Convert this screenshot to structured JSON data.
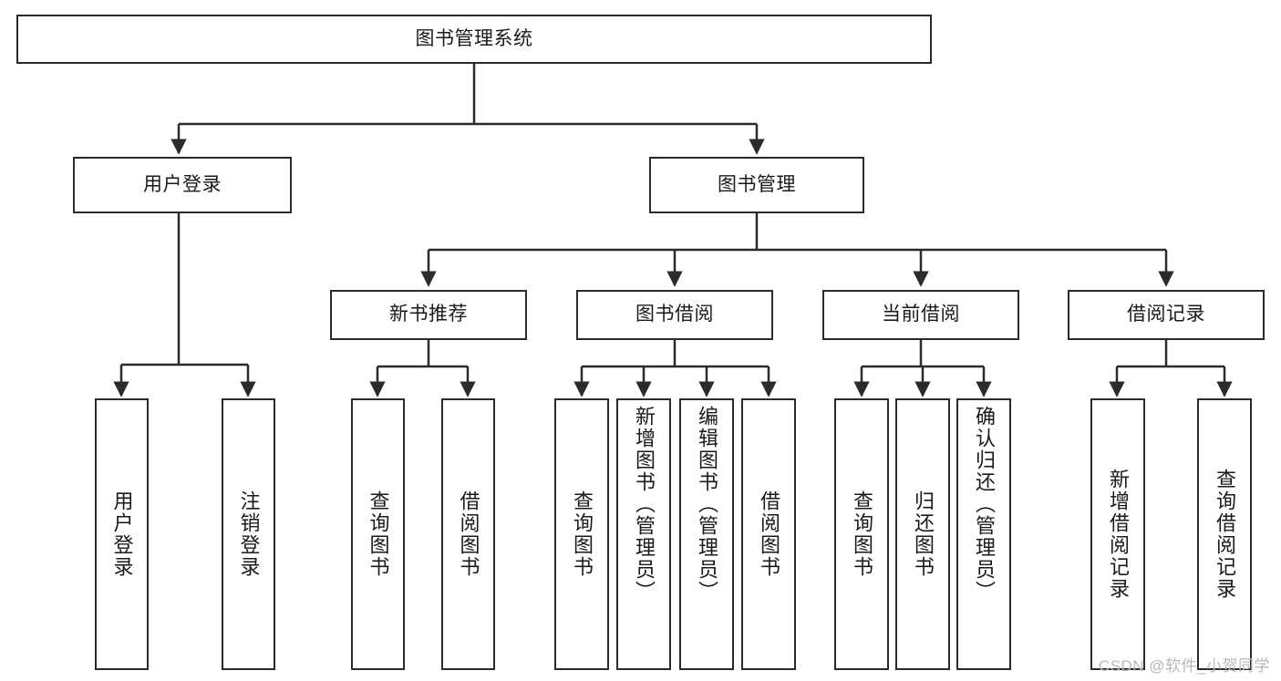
{
  "diagram": {
    "title_node": {
      "label": "图书管理系统"
    },
    "level2": [
      {
        "id": "user-login",
        "label": "用户登录"
      },
      {
        "id": "book-management",
        "label": "图书管理"
      }
    ],
    "level3": [
      {
        "id": "new-book-recommend",
        "label": "新书推荐"
      },
      {
        "id": "book-borrow",
        "label": "图书借阅"
      },
      {
        "id": "current-borrow",
        "label": "当前借阅"
      },
      {
        "id": "borrow-record",
        "label": "借阅记录"
      }
    ],
    "leaves": [
      {
        "id": "leaf-user-login",
        "label": "用户登录",
        "parent": "user-login"
      },
      {
        "id": "leaf-logout-login",
        "label": "注销登录",
        "parent": "user-login"
      },
      {
        "id": "leaf-query-book-1",
        "label": "查询图书",
        "parent": "new-book-recommend"
      },
      {
        "id": "leaf-borrow-book-1",
        "label": "借阅图书",
        "parent": "new-book-recommend"
      },
      {
        "id": "leaf-query-book-2",
        "label": "查询图书",
        "parent": "book-borrow"
      },
      {
        "id": "leaf-add-book",
        "label": "新增图书（管理员）",
        "parent": "book-borrow"
      },
      {
        "id": "leaf-edit-book",
        "label": "编辑图书（管理员）",
        "parent": "book-borrow"
      },
      {
        "id": "leaf-borrow-book-2",
        "label": "借阅图书",
        "parent": "book-borrow"
      },
      {
        "id": "leaf-query-book-3",
        "label": "查询图书",
        "parent": "current-borrow"
      },
      {
        "id": "leaf-return-book",
        "label": "归还图书",
        "parent": "current-borrow"
      },
      {
        "id": "leaf-confirm-return",
        "label": "确认归还（管理员）",
        "parent": "current-borrow"
      },
      {
        "id": "leaf-add-record",
        "label": "新增借阅记录",
        "parent": "borrow-record"
      },
      {
        "id": "leaf-query-record",
        "label": "查询借阅记录",
        "parent": "borrow-record"
      }
    ],
    "colors": {
      "stroke": "#2b2b2b",
      "background": "#ffffff",
      "text": "#1a1a1a",
      "watermark": "#b8b8b8"
    }
  },
  "watermark": {
    "text": "CSDN @软件_小贺同学"
  }
}
